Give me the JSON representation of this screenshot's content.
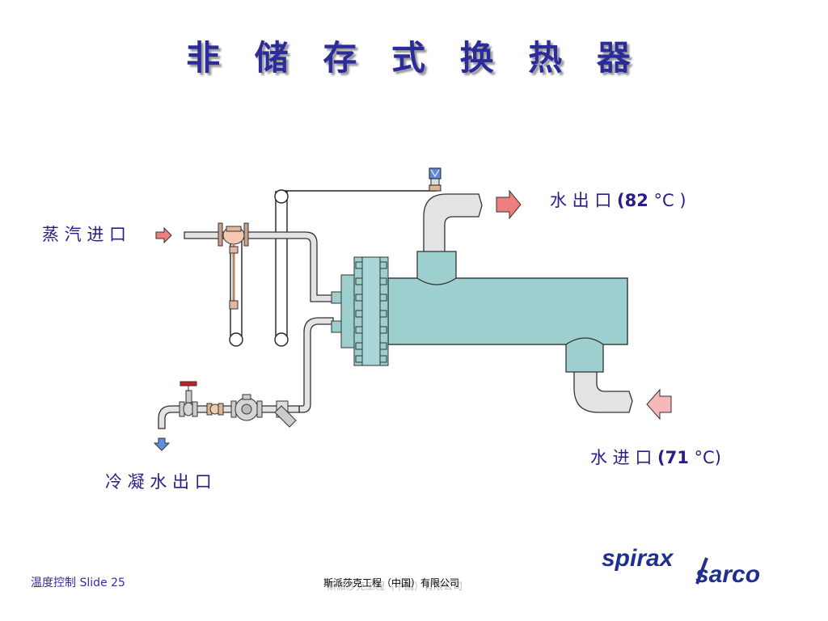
{
  "title": "非 储 存 式 换 热 器",
  "labels": {
    "steam_in": "蒸 汽 进 口",
    "water_out_text": "水 出 口 ",
    "water_out_temp": "(82",
    "water_out_unit": "°C )",
    "water_in_text": "水 进 口 ",
    "water_in_temp": "(71",
    "water_in_unit": "°C)",
    "condensate_out": "冷 凝 水 出 口"
  },
  "footer": {
    "left": "温度控制 Slide   25",
    "center": "斯派莎克工程（中国）有限公司"
  },
  "logo": {
    "line1": "spirax",
    "line2": "sarco"
  },
  "colors": {
    "title": "#2b2b9a",
    "label": "#2a1a8a",
    "exchanger": "#9ecfcf",
    "pipe": "#e3e3e3",
    "arrow_red": "#ef7f7f",
    "arrow_pink": "#f6b7b7",
    "arrow_blue": "#5b8fdd",
    "logo": "#1f2f8f"
  }
}
